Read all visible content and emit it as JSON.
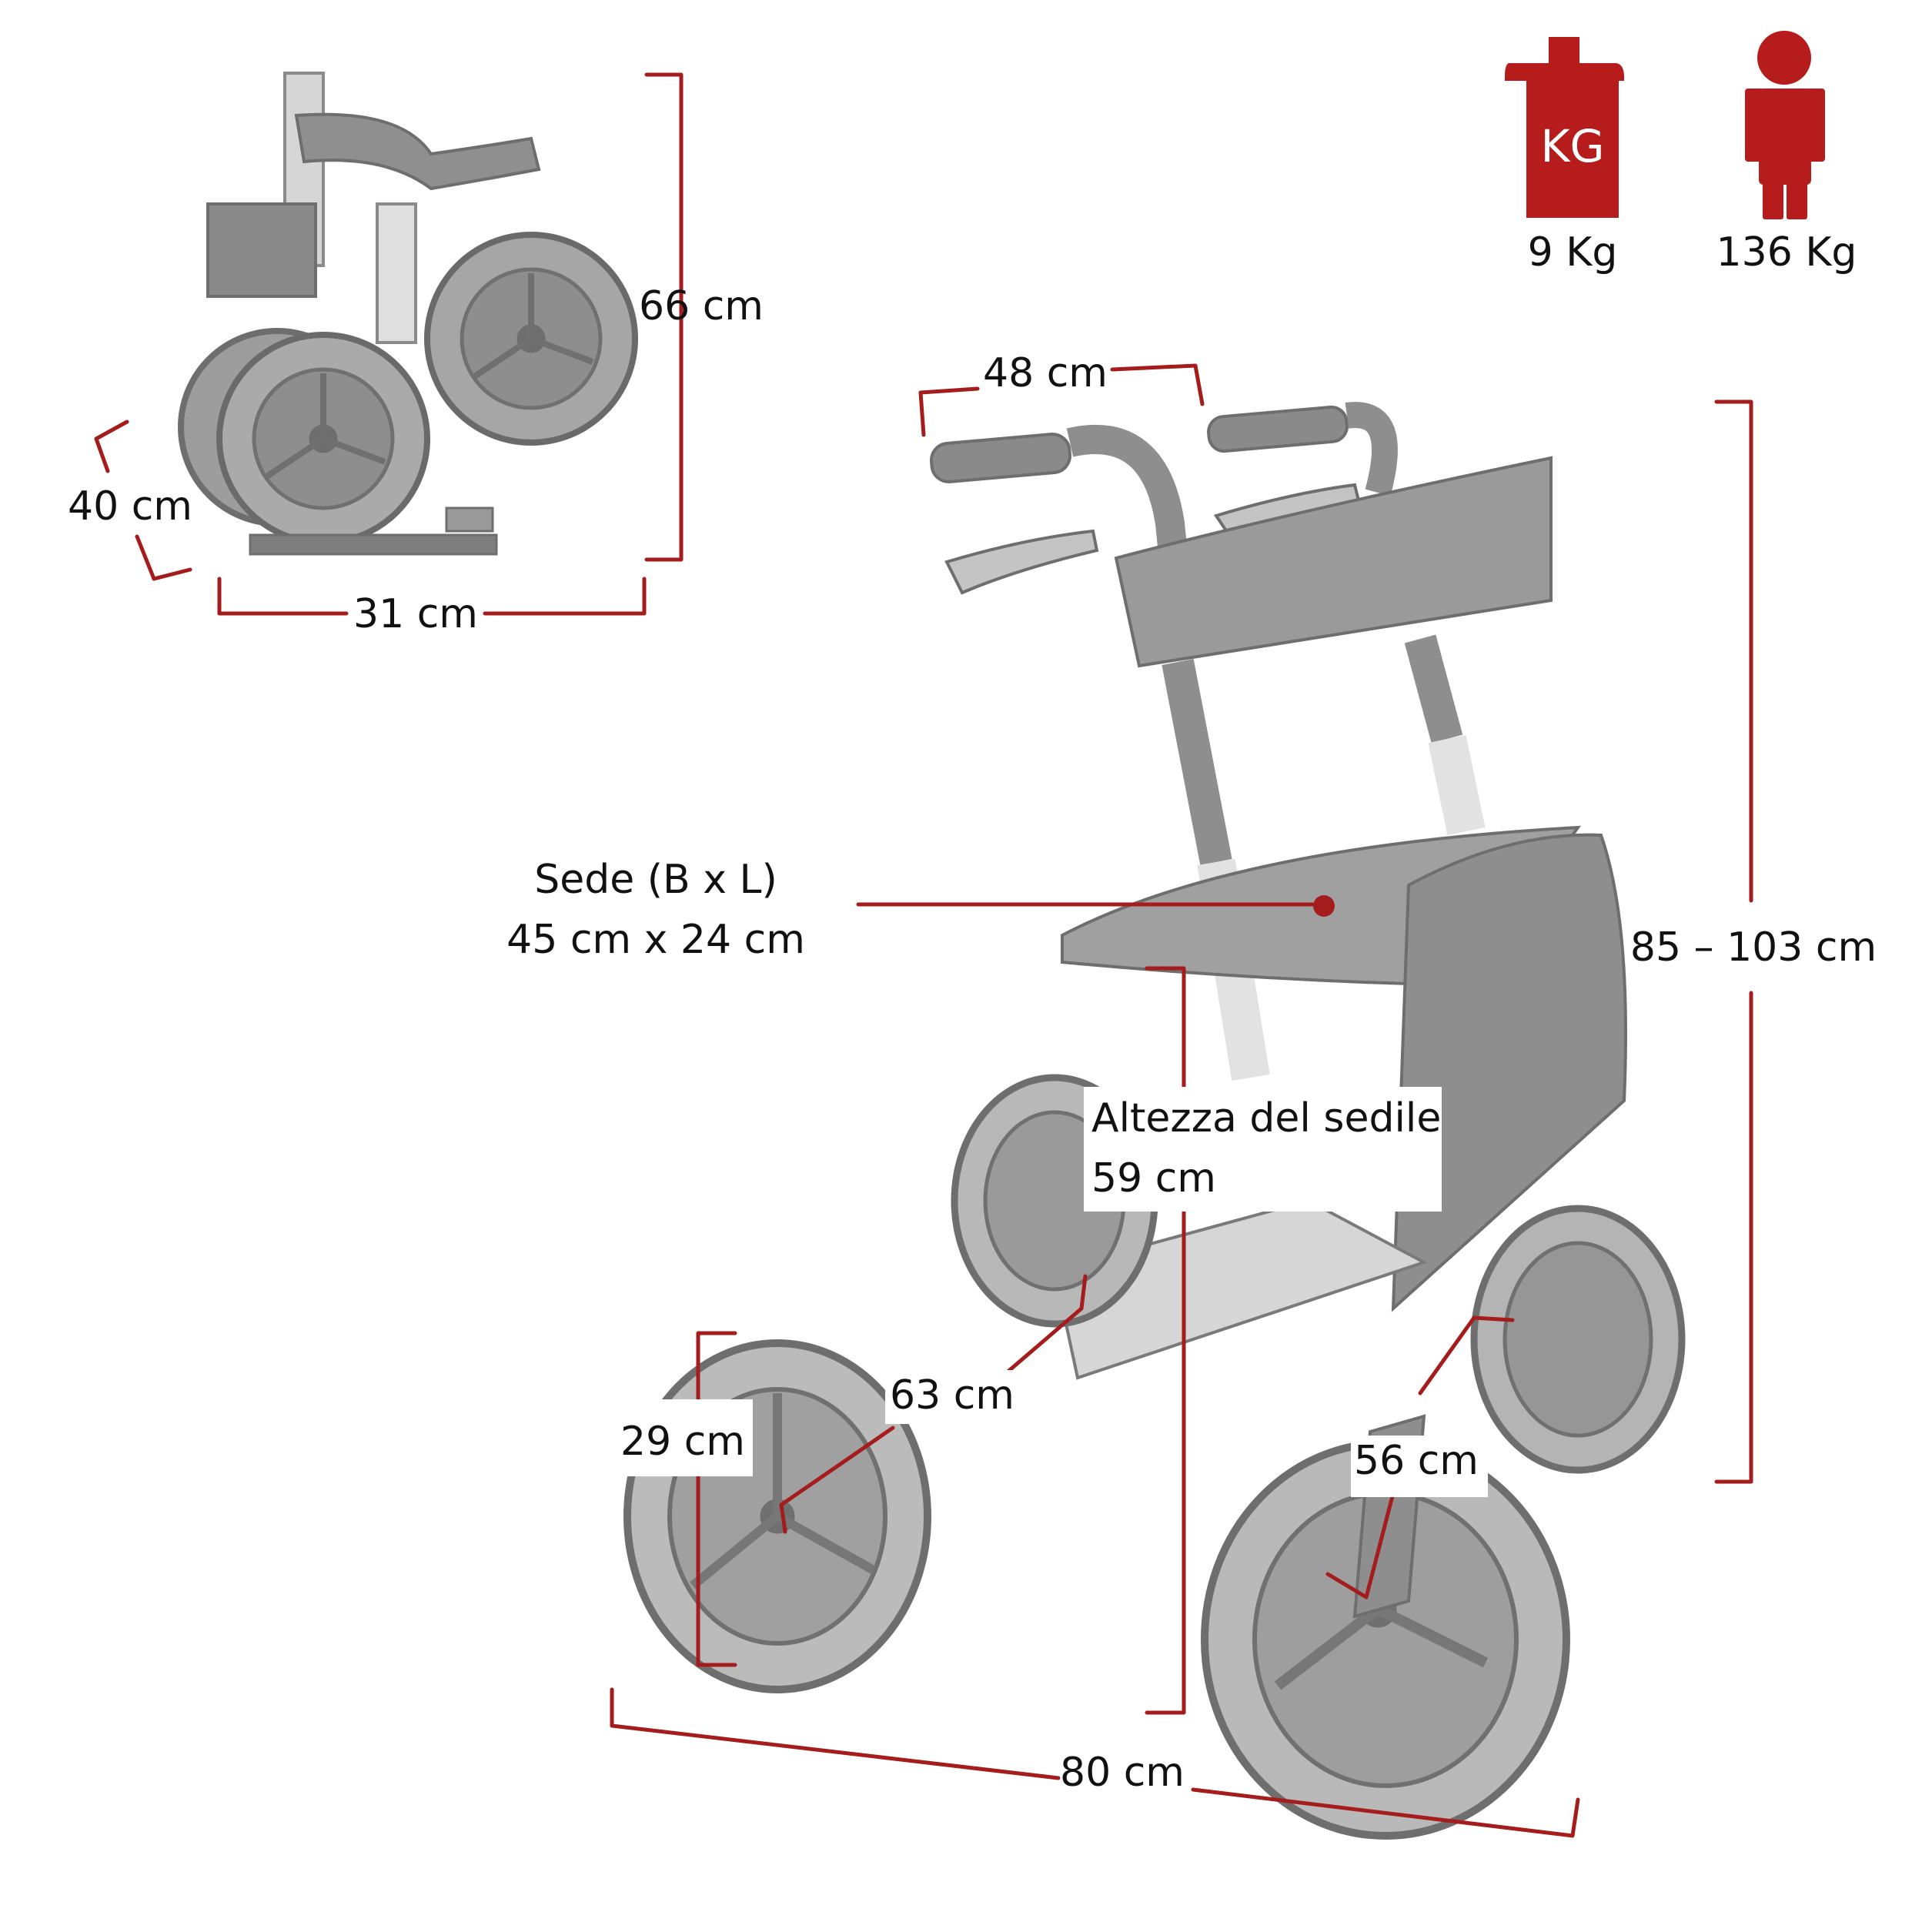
{
  "colors": {
    "dimension_line": "#A51C1C",
    "icon_fill": "#B71C1C",
    "icon_text": "#ffffff",
    "label_text": "#111111",
    "walker_dark": "#6E6E6E",
    "walker_mid": "#9A9A9A",
    "walker_light": "#D2D2D2"
  },
  "icons": {
    "weight_icon_name": "kg-weight-icon",
    "weight_icon_text": "KG",
    "weight_value": "9 Kg",
    "person_icon_name": "person-icon",
    "person_value": "136 Kg"
  },
  "folded": {
    "height": "66 cm",
    "depth": "40 cm",
    "width": "31 cm"
  },
  "unfolded": {
    "handle_width": "48 cm",
    "handle_height": "85 – 103 cm",
    "seat_label": "Sede (B x L)",
    "seat_size": "45 cm x 24 cm",
    "seat_height_label": "Altezza del sedile",
    "seat_height": "59 cm",
    "inner_width": "63 cm",
    "wheel_diameter": "29 cm",
    "depth": "56 cm",
    "length": "80 cm"
  }
}
